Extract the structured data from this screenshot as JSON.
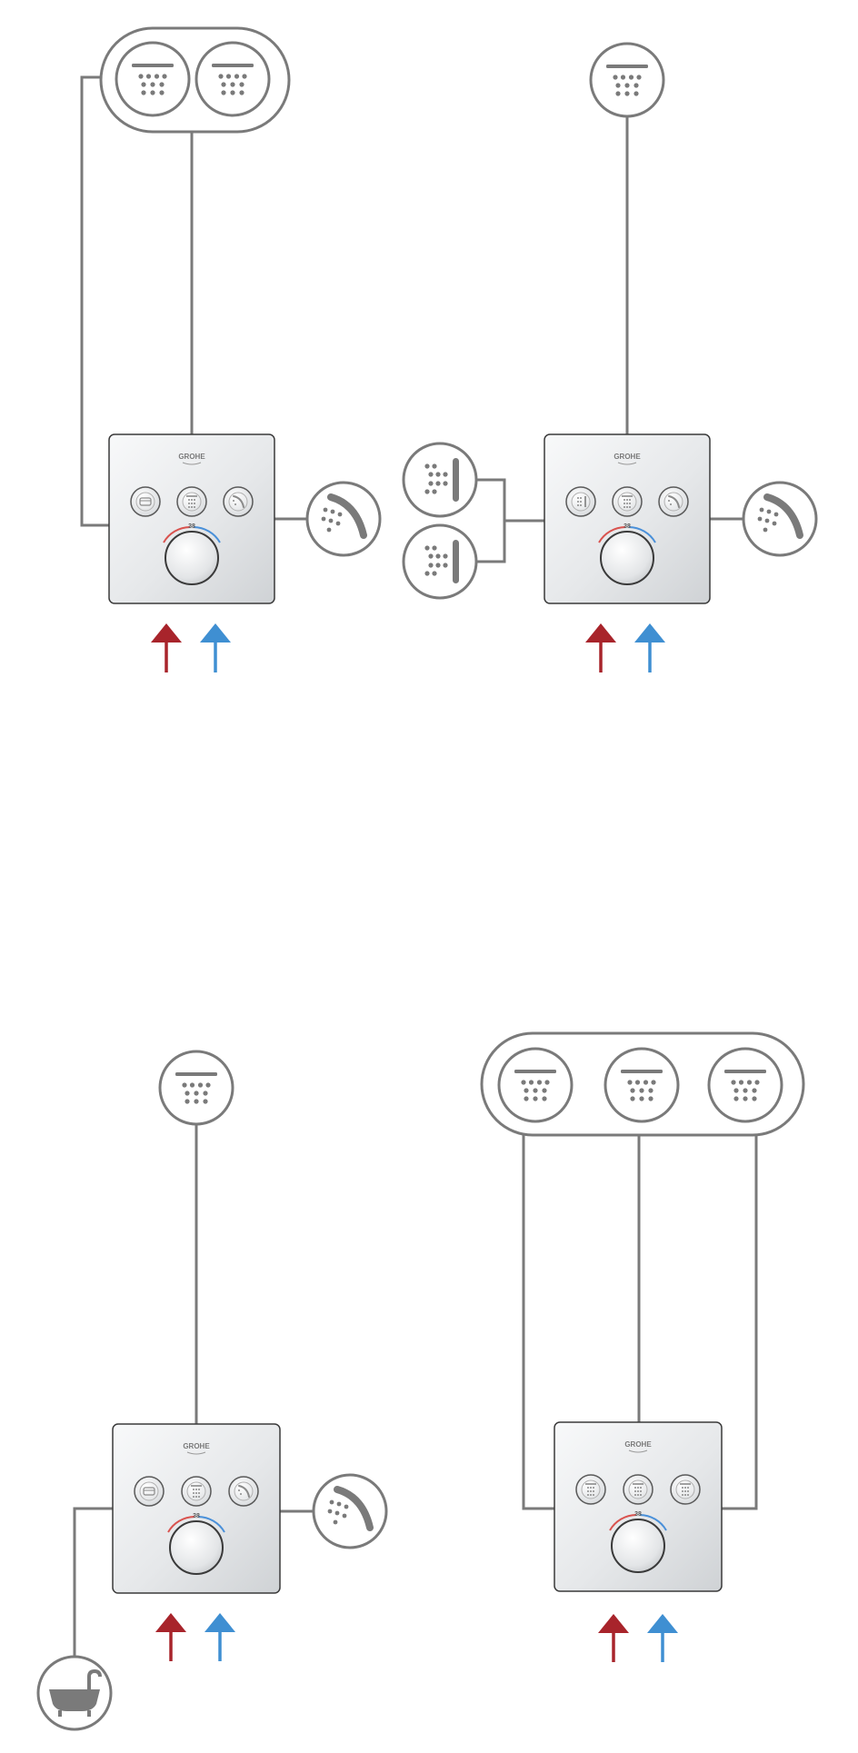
{
  "brand": {
    "logo_text": "GROHE",
    "temp_marking": "38"
  },
  "colors": {
    "line": "#7a7a7a",
    "hot_arrow": "#a8242b",
    "cold_arrow": "#3f8fd2",
    "temp_hot": "#d9534f",
    "temp_cold": "#4a90d9",
    "panel_fill": "#eceef0",
    "panel_edge": "#3a3a3a"
  },
  "configurations": [
    {
      "id": "config-a",
      "panel_buttons": [
        "bath-tub-icon",
        "shower-head-icon",
        "hand-shower-icon"
      ],
      "outlets": [
        "double-overhead-shower-icon",
        "hand-shower-icon"
      ]
    },
    {
      "id": "config-b",
      "panel_buttons": [
        "body-jet-icon",
        "shower-head-icon",
        "hand-shower-icon"
      ],
      "outlets": [
        "overhead-shower-icon",
        "body-jet-icon",
        "body-jet-icon",
        "hand-shower-icon"
      ]
    },
    {
      "id": "config-c",
      "panel_buttons": [
        "bath-tub-icon",
        "shower-head-icon",
        "hand-shower-icon"
      ],
      "outlets": [
        "overhead-shower-icon",
        "bath-tub-icon",
        "hand-shower-icon"
      ]
    },
    {
      "id": "config-d",
      "panel_buttons": [
        "shower-head-icon",
        "shower-head-icon",
        "shower-head-icon"
      ],
      "outlets": [
        "overhead-shower-icon",
        "overhead-shower-icon",
        "overhead-shower-icon"
      ]
    }
  ]
}
